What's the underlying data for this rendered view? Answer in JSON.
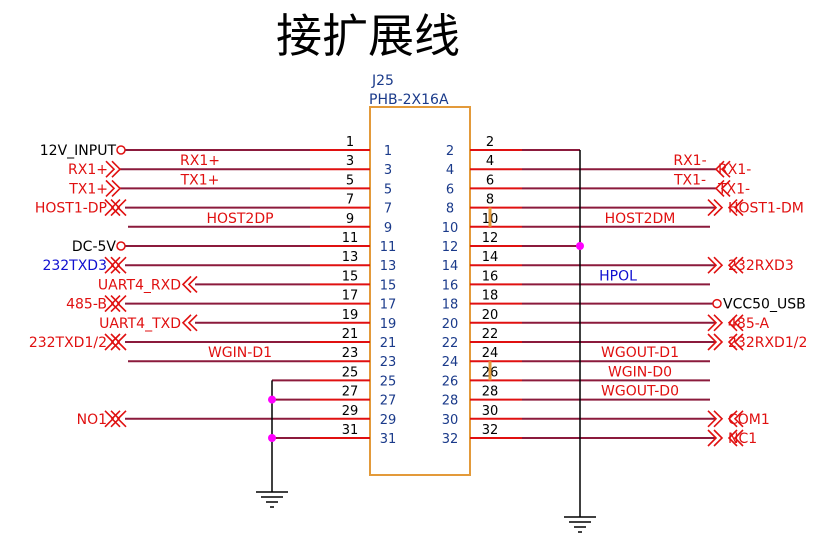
{
  "title": "接扩展线",
  "connector": {
    "ref": "J25",
    "part": "PHB-2X16A"
  },
  "colors": {
    "wire": "#8b1a3c",
    "net_red": "#e01010",
    "net_blue": "#1010d0",
    "black": "#000000",
    "box": "#e39a3a",
    "pin_num": "#1a3a8a",
    "junction": "#ff00ff"
  },
  "left_pins": [
    {
      "pin": "1",
      "net": "12V_INPUT",
      "net_color": "black",
      "kind": "circle"
    },
    {
      "pin": "3",
      "net": "RX1+",
      "net_color": "red",
      "kind": "in-arrow",
      "wire_label": "RX1+"
    },
    {
      "pin": "5",
      "net": "TX1+",
      "net_color": "red",
      "kind": "in-arrow",
      "wire_label": "TX1+"
    },
    {
      "pin": "7",
      "net": "HOST1-DP",
      "net_color": "red",
      "kind": "bidir"
    },
    {
      "pin": "9",
      "net": "",
      "net_color": "red",
      "kind": "stub",
      "wire_label": "HOST2DP"
    },
    {
      "pin": "11",
      "net": "DC-5V",
      "net_color": "black",
      "kind": "circle"
    },
    {
      "pin": "13",
      "net": "232TXD3",
      "net_color": "blue",
      "kind": "bidir"
    },
    {
      "pin": "15",
      "net": "UART4_RXD",
      "net_color": "red",
      "kind": "out-arrow"
    },
    {
      "pin": "17",
      "net": "485-B",
      "net_color": "red",
      "kind": "bidir"
    },
    {
      "pin": "19",
      "net": "UART4_TXD",
      "net_color": "red",
      "kind": "out-arrow"
    },
    {
      "pin": "21",
      "net": "232TXD1/2",
      "net_color": "red",
      "kind": "bidir"
    },
    {
      "pin": "23",
      "net": "",
      "net_color": "red",
      "kind": "stub",
      "wire_label": "WGIN-D1"
    },
    {
      "pin": "25",
      "net": "",
      "net_color": "black",
      "kind": "gnd"
    },
    {
      "pin": "27",
      "net": "",
      "net_color": "black",
      "kind": "gnd"
    },
    {
      "pin": "29",
      "net": "NO1",
      "net_color": "red",
      "kind": "bidir"
    },
    {
      "pin": "31",
      "net": "",
      "net_color": "black",
      "kind": "gnd"
    }
  ],
  "right_pins": [
    {
      "pin": "2",
      "net": "",
      "net_color": "black",
      "kind": "gnd"
    },
    {
      "pin": "4",
      "net": "RX1-",
      "net_color": "red",
      "kind": "in-arrow",
      "wire_label": "RX1-"
    },
    {
      "pin": "6",
      "net": "TX1-",
      "net_color": "red",
      "kind": "in-arrow",
      "wire_label": "TX1-"
    },
    {
      "pin": "8",
      "net": "HOST1-DM",
      "net_color": "red",
      "kind": "bidir"
    },
    {
      "pin": "10",
      "net": "",
      "net_color": "red",
      "kind": "stub",
      "wire_label": "HOST2DM"
    },
    {
      "pin": "12",
      "net": "",
      "net_color": "black",
      "kind": "gnd"
    },
    {
      "pin": "14",
      "net": "232RXD3",
      "net_color": "red",
      "kind": "bidir"
    },
    {
      "pin": "16",
      "net": "",
      "net_color": "blue",
      "kind": "stub",
      "wire_label": "HPOL"
    },
    {
      "pin": "18",
      "net": "VCC50_USB",
      "net_color": "black",
      "kind": "circle"
    },
    {
      "pin": "20",
      "net": "485-A",
      "net_color": "red",
      "kind": "bidir"
    },
    {
      "pin": "22",
      "net": "232RXD1/2",
      "net_color": "red",
      "kind": "bidir"
    },
    {
      "pin": "24",
      "net": "",
      "net_color": "red",
      "kind": "stub",
      "wire_label": "WGOUT-D1"
    },
    {
      "pin": "26",
      "net": "",
      "net_color": "red",
      "kind": "stub",
      "wire_label": "WGIN-D0"
    },
    {
      "pin": "28",
      "net": "",
      "net_color": "red",
      "kind": "stub",
      "wire_label": "WGOUT-D0"
    },
    {
      "pin": "30",
      "net": "COM1",
      "net_color": "red",
      "kind": "bidir"
    },
    {
      "pin": "32",
      "net": "NC1",
      "net_color": "red",
      "kind": "bidir"
    }
  ]
}
